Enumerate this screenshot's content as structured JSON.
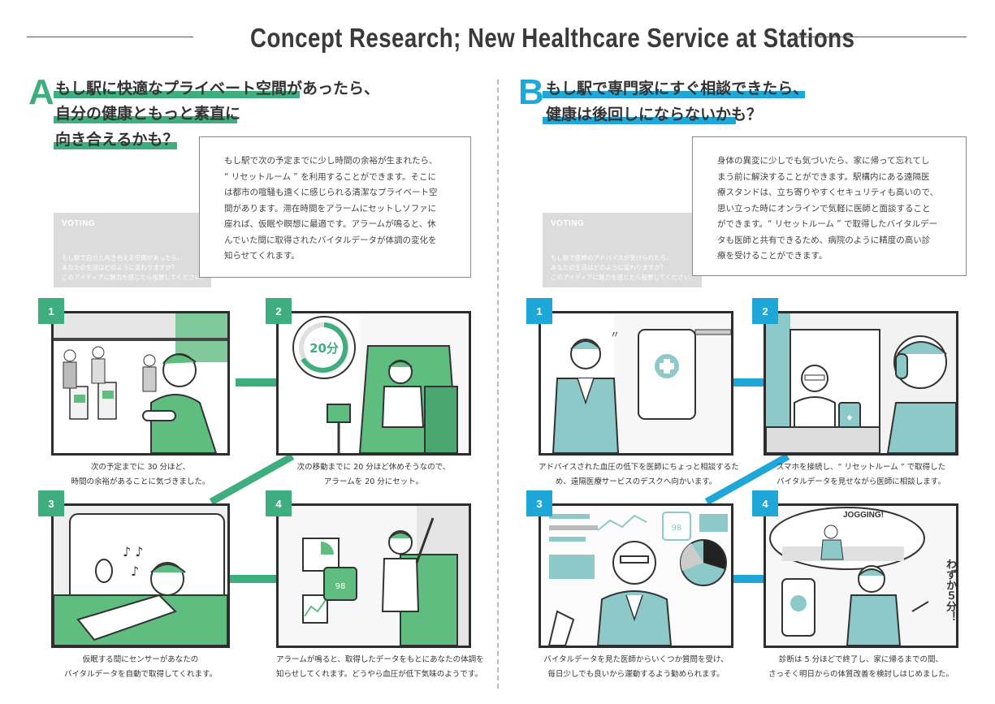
{
  "title": "Concept Research; New Healthcare Service at Stations",
  "colors": {
    "green": "#3fae7e",
    "blue": "#1ea7d8",
    "panel_green": "#5fbd7f",
    "panel_blue": "#8cc9c8",
    "gray": "#dcdcdc"
  },
  "section_a": {
    "letter": "A",
    "heading": [
      "もし駅に快適なプライベート空間があったら、",
      "自分の健康ともっと素直に",
      "向き合えるかも？"
    ],
    "voting_title": "VOTING",
    "voting_text": [
      "もし駅で自分と向き合える空間があったら、",
      "あなたの生活はどのように変わりますか？",
      "このアイディアに魅力を感じたら投票してください。"
    ],
    "intro": [
      "もし駅で次の予定までに少し時間の余裕が生まれたら、",
      "“ リセットルーム ” を利用することができます。そこに",
      "は都市の喧騒も遠くに感じられる清潔なプライベート空",
      "間があります。滞在時間をアラームにセットしソファに",
      "座れば、仮眠や瞑想に最適です。アラームが鳴ると、休",
      "んでいた間に取得されたバイタルデータが体調の変化を",
      "知らせてくれます。"
    ],
    "panels": [
      {
        "num": "1",
        "caption": [
          "次の予定までに 30 分ほど、",
          "時間の余裕があることに気づきました。"
        ]
      },
      {
        "num": "2",
        "bubble": "20分",
        "caption": [
          "次の移動までに 20 分ほど休めそうなので、",
          "アラームを 20 分にセット。"
        ]
      },
      {
        "num": "3",
        "caption": [
          "仮眠する間にセンサーがあなたの",
          "バイタルデータを自動で取得してくれます。"
        ]
      },
      {
        "num": "4",
        "screen": "98",
        "caption": [
          "アラームが鳴ると、取得したデータをもとにあなたの体調を",
          "知らせしてくれます。どうやら血圧が低下気味のようです。"
        ]
      }
    ]
  },
  "section_b": {
    "letter": "B",
    "heading": [
      "もし駅で専門家にすぐ相談できたら、",
      "健康は後回しにならないかも？"
    ],
    "voting_title": "VOTING",
    "voting_text": [
      "もし駅で医師のアドバイスが受けられたら、",
      "あなたの生活はどのように変わりますか？",
      "このアイディアに魅力を感じたら投票してください。"
    ],
    "intro": [
      "身体の異変に少しでも気づいたら、家に帰って忘れてし",
      "まう前に解決することができます。駅構内にある遠隔医",
      "療スタンドは、立ち寄りやすくセキュリティも高いので、",
      "思い立った時にオンラインで気軽に医師と面談すること",
      "ができます。“ リセットルーム ” で取得したバイタルデー",
      "タも医師と共有できるため、病院のように精度の高い診",
      "療を受けることができます。"
    ],
    "panels": [
      {
        "num": "1",
        "caption": [
          "アドバイスされた血圧の低下を医師にちょっと相談するた",
          "め、遠隔医療サービスのデスクへ向かいます。"
        ]
      },
      {
        "num": "2",
        "caption": [
          "スマホを接続し、“ リセットルーム ” で取得した",
          "バイタルデータを見せながら医師に相談します。"
        ]
      },
      {
        "num": "3",
        "screen": "98",
        "caption": [
          "バイタルデータを見た医師からいくつか質問を受け、",
          "毎日少しでも良いから運動するよう勧められます。"
        ]
      },
      {
        "num": "4",
        "bubble": "JOGGING!",
        "side_text": "わずか５分！",
        "caption": [
          "診断は 5 分ほどで終了し、家に帰るまでの間、",
          "さっそく明日からの体質改善を検討しはじめました。"
        ]
      }
    ]
  }
}
